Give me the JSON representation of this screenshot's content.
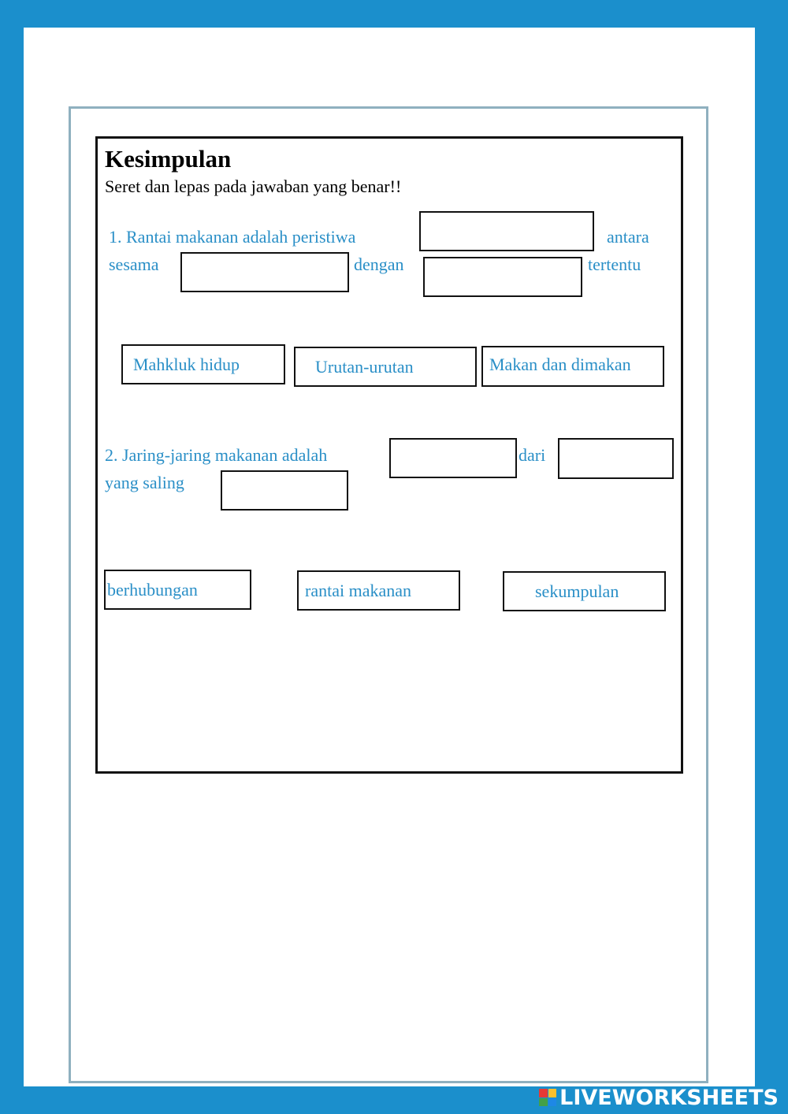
{
  "heading": {
    "title": "Kesimpulan",
    "instruction": "Seret dan lepas pada jawaban yang benar!!"
  },
  "question1": {
    "part1": "1. Rantai makanan adalah peristiwa",
    "part2": "antara",
    "part3": "sesama",
    "part4": "dengan",
    "part5": "tertentu",
    "options": [
      "Mahkluk hidup",
      "Urutan-urutan",
      "Makan dan dimakan"
    ]
  },
  "question2": {
    "part1": "2. Jaring-jaring makanan adalah",
    "part2": "dari",
    "part3": "yang  saling",
    "options": [
      "berhubungan",
      "rantai makanan",
      "sekumpulan"
    ]
  },
  "branding": {
    "logo_text": "LIVEWORKSHEETS",
    "logo_colors": [
      "#e53935",
      "#fbc02d",
      "#43a047",
      "#1e88e5"
    ]
  }
}
